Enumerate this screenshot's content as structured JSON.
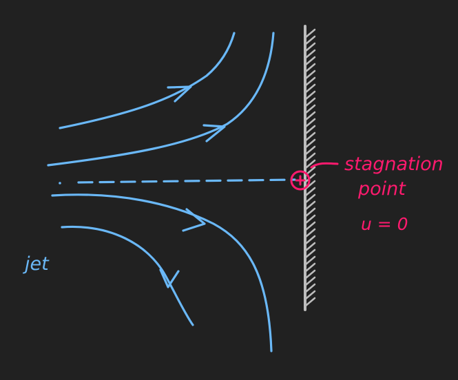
{
  "colors": {
    "background": "#212121",
    "streamline": "#6ab8f7",
    "wall": "#bdbdbd",
    "annotation": "#ff1a6e"
  },
  "labels": {
    "jet": "jet",
    "stagnation_line1": "stagnation",
    "stagnation_line2": "point",
    "velocity_condition": "u = 0"
  },
  "elements": {
    "wall": "solid wall with hatching",
    "centerline": "dashed symmetry line",
    "stagnation_marker": "circled point on wall"
  }
}
